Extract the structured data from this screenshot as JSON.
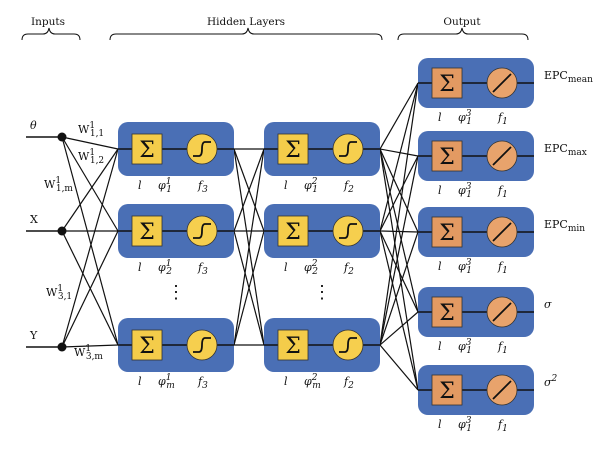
{
  "headers": {
    "inputs": "Inputs",
    "hidden": "Hidden Layers",
    "output": "Output"
  },
  "inputs": [
    {
      "label": "θ"
    },
    {
      "label": "X"
    },
    {
      "label": "Y"
    }
  ],
  "weights": [
    {
      "base": "W",
      "sup": "1",
      "sub": "1,1"
    },
    {
      "base": "W",
      "sup": "1",
      "sub": "1,2"
    },
    {
      "base": "W",
      "sup": "1",
      "sub": "1,m"
    },
    {
      "base": "W",
      "sup": "1",
      "sub": "3,1"
    },
    {
      "base": "W",
      "sup": "1",
      "sub": "3,m"
    }
  ],
  "layer1": [
    {
      "sigma": "Σ",
      "l": "l",
      "phi": "φ",
      "sup": "1",
      "sub": "1",
      "f": "f",
      "fsub": "3"
    },
    {
      "sigma": "Σ",
      "l": "l",
      "phi": "φ",
      "sup": "1",
      "sub": "2",
      "f": "f",
      "fsub": "3"
    },
    {
      "sigma": "Σ",
      "l": "l",
      "phi": "φ",
      "sup": "1",
      "sub": "m",
      "f": "f",
      "fsub": "3"
    }
  ],
  "layer2": [
    {
      "sigma": "Σ",
      "l": "l",
      "phi": "φ",
      "sup": "2",
      "sub": "1",
      "f": "f",
      "fsub": "2"
    },
    {
      "sigma": "Σ",
      "l": "l",
      "phi": "φ",
      "sup": "2",
      "sub": "2",
      "f": "f",
      "fsub": "2"
    },
    {
      "sigma": "Σ",
      "l": "l",
      "phi": "φ",
      "sup": "2",
      "sub": "m",
      "f": "f",
      "fsub": "2"
    }
  ],
  "outputs": [
    {
      "sigma": "Σ",
      "l": "l",
      "phi": "φ",
      "sup": "3",
      "sub": "1",
      "f": "f",
      "fsub": "1",
      "label": "EPC",
      "label_sub": "mean",
      "label_sup": ""
    },
    {
      "sigma": "Σ",
      "l": "l",
      "phi": "φ",
      "sup": "3",
      "sub": "1",
      "f": "f",
      "fsub": "1",
      "label": "EPC",
      "label_sub": "max",
      "label_sup": ""
    },
    {
      "sigma": "Σ",
      "l": "l",
      "phi": "φ",
      "sup": "3",
      "sub": "1",
      "f": "f",
      "fsub": "1",
      "label": "EPC",
      "label_sub": "min",
      "label_sup": ""
    },
    {
      "sigma": "Σ",
      "l": "l",
      "phi": "φ",
      "sup": "3",
      "sub": "1",
      "f": "f",
      "fsub": "1",
      "label": "σ",
      "label_sub": "",
      "label_sup": ""
    },
    {
      "sigma": "Σ",
      "l": "l",
      "phi": "φ",
      "sup": "3",
      "sub": "1",
      "f": "f",
      "fsub": "1",
      "label": "σ",
      "label_sub": "",
      "label_sup": "2"
    }
  ],
  "ellipsis": "⋮",
  "colors": {
    "neuron_box": "#4a6fb5",
    "sum_hidden": "#f4cc4a",
    "sum_output": "#e39a62",
    "act_hidden": "#f6cf4e",
    "act_output": "#e8a36c",
    "line": "#111111"
  }
}
